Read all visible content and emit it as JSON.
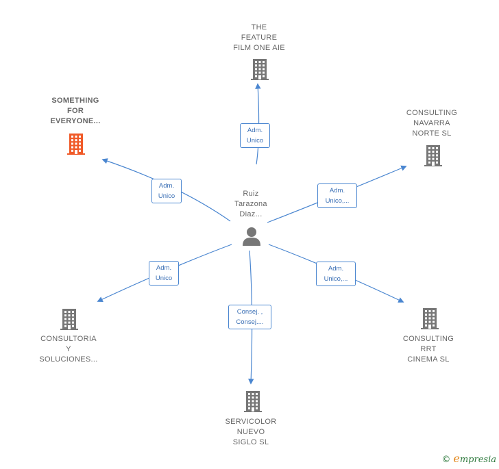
{
  "center": {
    "label_lines": [
      "Ruiz",
      "Tarazona",
      "Diaz..."
    ],
    "icon": "person-icon"
  },
  "nodes": [
    {
      "id": "feature-film",
      "lines": [
        "THE",
        "FEATURE",
        "FILM ONE  AIE"
      ],
      "icon": "building-icon",
      "color": "#777777"
    },
    {
      "id": "something-for-everyone",
      "lines": [
        "SOMETHING",
        "FOR",
        "EVERYONE..."
      ],
      "icon": "building-icon",
      "color": "#f05a28"
    },
    {
      "id": "consulting-navarra",
      "lines": [
        "CONSULTING",
        "NAVARRA",
        "NORTE  SL"
      ],
      "icon": "building-icon",
      "color": "#777777"
    },
    {
      "id": "consultoria-soluciones",
      "lines": [
        "CONSULTORIA",
        "Y",
        "SOLUCIONES..."
      ],
      "icon": "building-icon",
      "color": "#777777"
    },
    {
      "id": "consulting-rrt",
      "lines": [
        "CONSULTING",
        "RRT",
        "CINEMA  SL"
      ],
      "icon": "building-icon",
      "color": "#777777"
    },
    {
      "id": "servicolor",
      "lines": [
        "SERVICOLOR",
        "NUEVO",
        "SIGLO SL"
      ],
      "icon": "building-icon",
      "color": "#777777"
    }
  ],
  "edges": [
    {
      "to": "feature-film",
      "lines": [
        "Adm.",
        "Unico"
      ]
    },
    {
      "to": "something-for-everyone",
      "lines": [
        "Adm.",
        "Unico"
      ]
    },
    {
      "to": "consulting-navarra",
      "lines": [
        "Adm.",
        "Unico,..."
      ]
    },
    {
      "to": "consultoria-soluciones",
      "lines": [
        "Adm.",
        "Unico"
      ]
    },
    {
      "to": "consulting-rrt",
      "lines": [
        "Adm.",
        "Unico,..."
      ]
    },
    {
      "to": "servicolor",
      "lines": [
        "Consej. ,",
        "Consej...."
      ]
    }
  ],
  "footer": {
    "copyright": "©",
    "brand_initial": "e",
    "brand_rest": "mpresia"
  },
  "colors": {
    "edge": "#4a86d0",
    "building": "#777777",
    "highlight": "#f05a28",
    "person": "#777777"
  }
}
